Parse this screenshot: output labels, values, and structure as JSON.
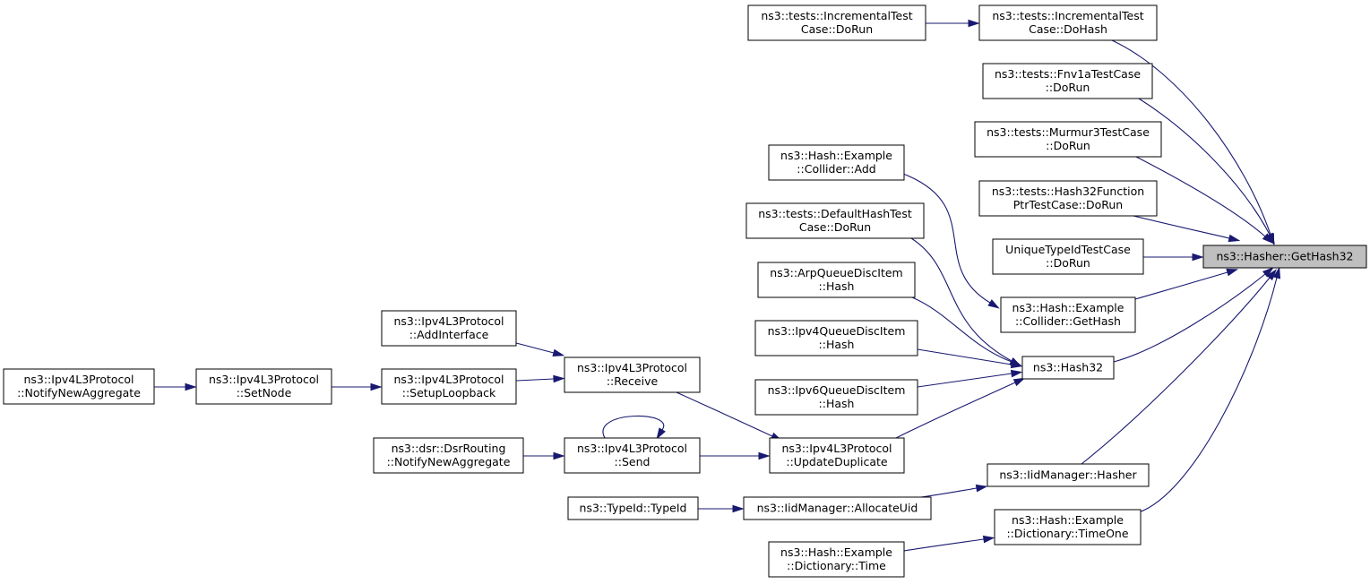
{
  "graph": {
    "nodes": [
      {
        "id": "gethash32",
        "lines": [
          "ns3::Hasher::GetHash32"
        ]
      },
      {
        "id": "inc_dohash",
        "lines": [
          "ns3::tests::IncrementalTest",
          "Case::DoHash"
        ]
      },
      {
        "id": "inc_dorun",
        "lines": [
          "ns3::tests::IncrementalTest",
          "Case::DoRun"
        ]
      },
      {
        "id": "fnv1a",
        "lines": [
          "ns3::tests::Fnv1aTestCase",
          "::DoRun"
        ]
      },
      {
        "id": "murmur3",
        "lines": [
          "ns3::tests::Murmur3TestCase",
          "::DoRun"
        ]
      },
      {
        "id": "hash32fp",
        "lines": [
          "ns3::tests::Hash32Function",
          "PtrTestCase::DoRun"
        ]
      },
      {
        "id": "uniquetypeid",
        "lines": [
          "UniqueTypeIdTestCase",
          "::DoRun"
        ]
      },
      {
        "id": "collider_gethash",
        "lines": [
          "ns3::Hash::Example",
          "::Collider::GetHash"
        ]
      },
      {
        "id": "collider_add",
        "lines": [
          "ns3::Hash::Example",
          "::Collider::Add"
        ]
      },
      {
        "id": "hash32",
        "lines": [
          "ns3::Hash32"
        ]
      },
      {
        "id": "defaulthash",
        "lines": [
          "ns3::tests::DefaultHashTest",
          "Case::DoRun"
        ]
      },
      {
        "id": "arpqdi",
        "lines": [
          "ns3::ArpQueueDiscItem",
          "::Hash"
        ]
      },
      {
        "id": "ipv4qdi",
        "lines": [
          "ns3::Ipv4QueueDiscItem",
          "::Hash"
        ]
      },
      {
        "id": "ipv6qdi",
        "lines": [
          "ns3::Ipv6QueueDiscItem",
          "::Hash"
        ]
      },
      {
        "id": "updatedup",
        "lines": [
          "ns3::Ipv4L3Protocol",
          "::UpdateDuplicate"
        ]
      },
      {
        "id": "receive",
        "lines": [
          "ns3::Ipv4L3Protocol",
          "::Receive"
        ]
      },
      {
        "id": "send",
        "lines": [
          "ns3::Ipv4L3Protocol",
          "::Send"
        ]
      },
      {
        "id": "addinterface",
        "lines": [
          "ns3::Ipv4L3Protocol",
          "::AddInterface"
        ]
      },
      {
        "id": "setuploopback",
        "lines": [
          "ns3::Ipv4L3Protocol",
          "::SetupLoopback"
        ]
      },
      {
        "id": "setnode",
        "lines": [
          "ns3::Ipv4L3Protocol",
          "::SetNode"
        ]
      },
      {
        "id": "notifynewagg",
        "lines": [
          "ns3::Ipv4L3Protocol",
          "::NotifyNewAggregate"
        ]
      },
      {
        "id": "dsr",
        "lines": [
          "ns3::dsr::DsrRouting",
          "::NotifyNewAggregate"
        ]
      },
      {
        "id": "iid_hasher",
        "lines": [
          "ns3::IidManager::Hasher"
        ]
      },
      {
        "id": "iid_allocate",
        "lines": [
          "ns3::IidManager::AllocateUid"
        ]
      },
      {
        "id": "typeid",
        "lines": [
          "ns3::TypeId::TypeId"
        ]
      },
      {
        "id": "dict_timeone",
        "lines": [
          "ns3::Hash::Example",
          "::Dictionary::TimeOne"
        ]
      },
      {
        "id": "dict_time",
        "lines": [
          "ns3::Hash::Example",
          "::Dictionary::Time"
        ]
      }
    ],
    "edges": [
      {
        "from": "inc_dorun",
        "to": "inc_dohash"
      },
      {
        "from": "inc_dohash",
        "to": "gethash32"
      },
      {
        "from": "fnv1a",
        "to": "gethash32"
      },
      {
        "from": "murmur3",
        "to": "gethash32"
      },
      {
        "from": "hash32fp",
        "to": "gethash32"
      },
      {
        "from": "uniquetypeid",
        "to": "gethash32"
      },
      {
        "from": "collider_gethash",
        "to": "gethash32"
      },
      {
        "from": "hash32",
        "to": "gethash32"
      },
      {
        "from": "iid_hasher",
        "to": "gethash32"
      },
      {
        "from": "dict_timeone",
        "to": "gethash32"
      },
      {
        "from": "collider_add",
        "to": "collider_gethash"
      },
      {
        "from": "defaulthash",
        "to": "hash32"
      },
      {
        "from": "arpqdi",
        "to": "hash32"
      },
      {
        "from": "ipv4qdi",
        "to": "hash32"
      },
      {
        "from": "ipv6qdi",
        "to": "hash32"
      },
      {
        "from": "updatedup",
        "to": "hash32"
      },
      {
        "from": "receive",
        "to": "updatedup"
      },
      {
        "from": "send",
        "to": "updatedup"
      },
      {
        "from": "addinterface",
        "to": "receive"
      },
      {
        "from": "setuploopback",
        "to": "receive"
      },
      {
        "from": "setnode",
        "to": "setuploopback"
      },
      {
        "from": "notifynewagg",
        "to": "setnode"
      },
      {
        "from": "dsr",
        "to": "send"
      },
      {
        "from": "send",
        "to": "send"
      },
      {
        "from": "iid_allocate",
        "to": "iid_hasher"
      },
      {
        "from": "typeid",
        "to": "iid_allocate"
      },
      {
        "from": "dict_time",
        "to": "dict_timeone"
      }
    ]
  },
  "colors": {
    "edge": "#191970",
    "node_border": "#000000",
    "focus_fill": "#bfbfbf"
  }
}
